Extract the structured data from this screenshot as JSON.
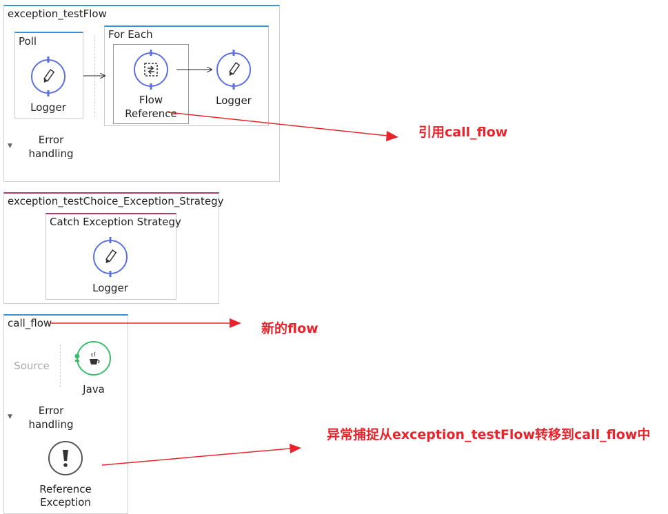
{
  "flows": {
    "exception_test": {
      "title": "exception_testFlow",
      "poll": {
        "title": "Poll",
        "logger_label": "Logger"
      },
      "foreach": {
        "title": "For Each",
        "flowref_label_1": "Flow",
        "flowref_label_2": "Reference",
        "logger_label": "Logger"
      },
      "error_handling_1": "Error",
      "error_handling_2": "handling"
    },
    "choice_strategy": {
      "title": "exception_testChoice_Exception_Strategy",
      "catch": {
        "title": "Catch Exception Strategy",
        "logger_label": "Logger"
      }
    },
    "call_flow": {
      "title": "call_flow",
      "source_label": "Source",
      "java_label": "Java",
      "error_handling_1": "Error",
      "error_handling_2": "handling",
      "refex_label_1": "Reference",
      "refex_label_2": "Exception"
    }
  },
  "annotations": {
    "ref_call_flow": "引用call_flow",
    "new_flow": "新的flow",
    "exception_move": "异常捕捉从exception_testFlow转移到call_flow中"
  },
  "colors": {
    "blue_accent": "#3b8fd3",
    "pink_accent": "#b5395f",
    "icon_ring": "#5b6fe0",
    "java_green": "#3dbb6c",
    "arrow_red": "#e8232b"
  },
  "icons": {
    "logger": "pencil-icon",
    "flow_reference": "flow-reference-icon",
    "java": "coffee-cup-icon",
    "reference_exception": "exclamation-icon"
  }
}
